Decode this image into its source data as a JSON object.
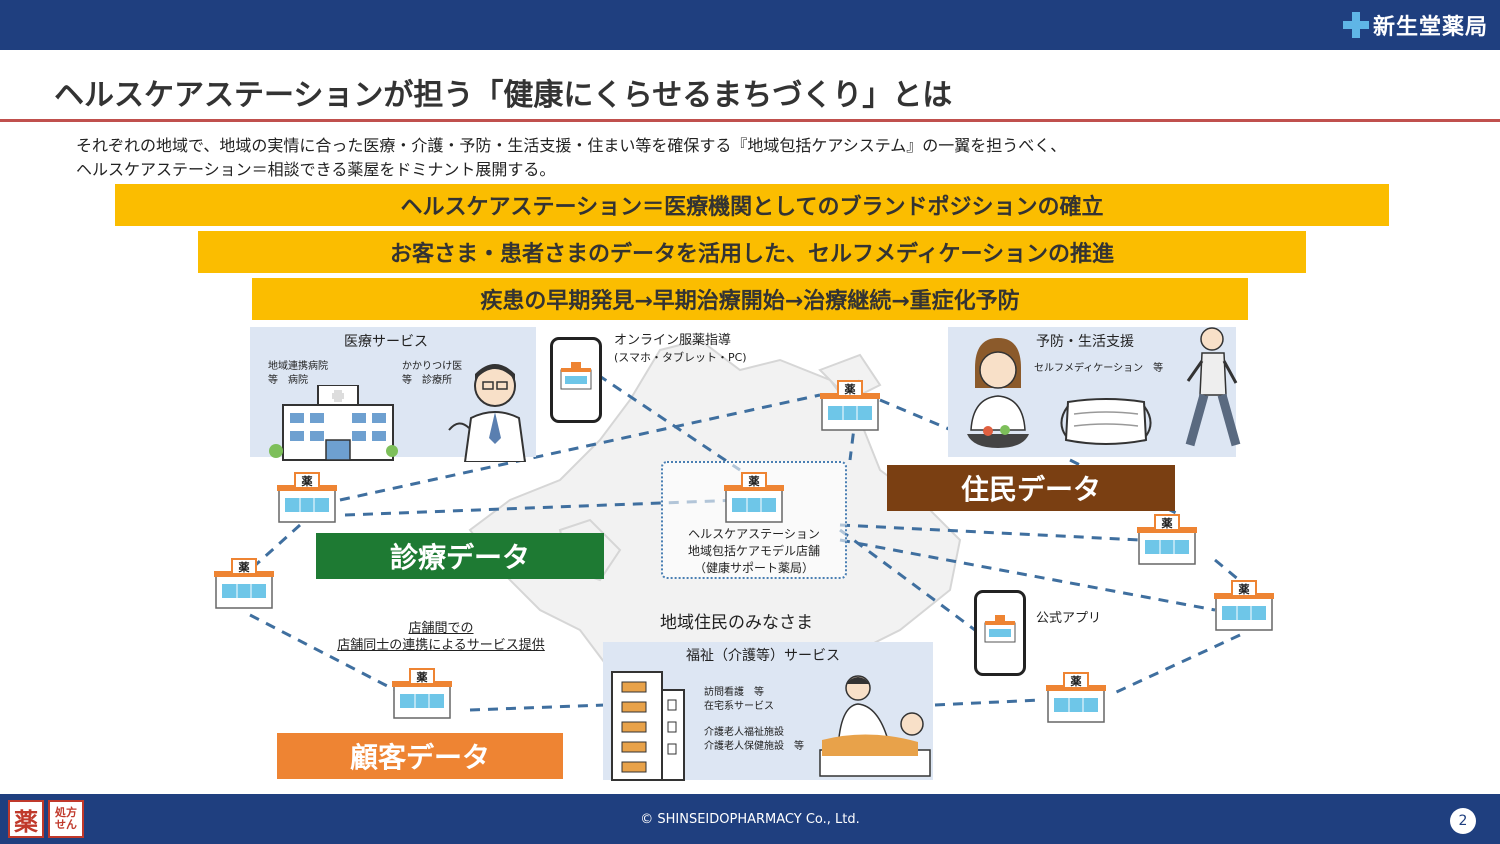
{
  "header": {
    "logo_text": "新生堂薬局",
    "title": "ヘルスケアステーションが担う「健康にくらせるまちづくり」とは",
    "accent_color": "#1f3f7f",
    "rule_color": "#c0504d"
  },
  "intro": {
    "line1": "それぞれの地域で、地域の実情に合った医療・介護・予防・生活支援・住まい等を確保する『地域包括ケアシステム』の一翼を担うべく、",
    "line2": "ヘルスケアステーション＝相談できる薬屋をドミナント展開する。"
  },
  "bands": [
    "ヘルスケアステーション＝医療機関としてのブランドポジションの確立",
    "お客さま・患者さまのデータを活用した、セルフメディケーションの推進",
    "疾患の早期発見→早期治療開始→治療継続→重症化予防"
  ],
  "medical": {
    "title": "医療サービス",
    "left_line1": "地域連携病院",
    "left_line2": "等　病院",
    "right_line1": "かかりつけ医",
    "right_line2": "等　診療所"
  },
  "online": {
    "line1": "オンライン服薬指導",
    "line2": "(スマホ・タブレット・PC)"
  },
  "prevention": {
    "title": "予防・生活支援",
    "note": "セルフメディケーション　等"
  },
  "data_boxes": {
    "resident": "住民データ",
    "medical": "診療データ",
    "customer": "顧客データ"
  },
  "healthcare_station": {
    "line1": "ヘルスケアステーション",
    "line2": "地域包括ケアモデル店舗",
    "line3": "（健康サポート薬局）"
  },
  "store_link": {
    "line1": "店舗間での",
    "line2": "店舗同士の連携によるサービス提供"
  },
  "app": {
    "label": "公式アプリ"
  },
  "locals": "地域住民のみなさま",
  "welfare": {
    "title": "福祉（介護等）サービス",
    "line1": "訪問看護　等",
    "line2": "在宅系サービス",
    "line3": "介護老人福祉施設",
    "line4": "介護老人保健施設　等"
  },
  "store_sign": "薬",
  "footer": {
    "copyright": "© SHINSEIDOPHARMACY Co., Ltd.",
    "page": "2",
    "badge1": "薬",
    "badge2_line1": "処方",
    "badge2_line2": "せん"
  }
}
